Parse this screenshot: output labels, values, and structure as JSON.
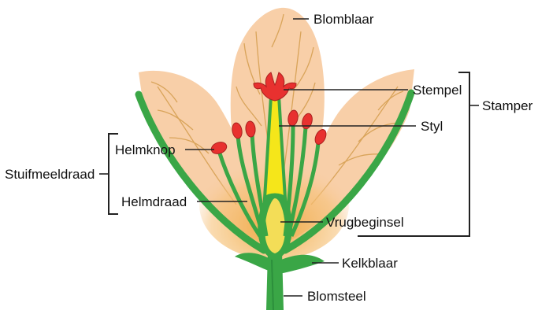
{
  "labels": {
    "petal": "Blomblaar",
    "stigma": "Stempel",
    "style": "Styl",
    "pistil": "Stamper",
    "stamen": "Stuifmeeldraad",
    "anther": "Helmknop",
    "filament": "Helmdraad",
    "ovary": "Vrugbeginsel",
    "sepal": "Kelkblaar",
    "stalk": "Blomsteel"
  },
  "colors": {
    "petal_fill": "#f8cfa8",
    "petal_vein": "#d9a45a",
    "inner_glow": "#f2b24e",
    "green": "#3aa646",
    "green_dark": "#1f7a33",
    "yellow": "#f5e61a",
    "red": "#e8312f"
  }
}
